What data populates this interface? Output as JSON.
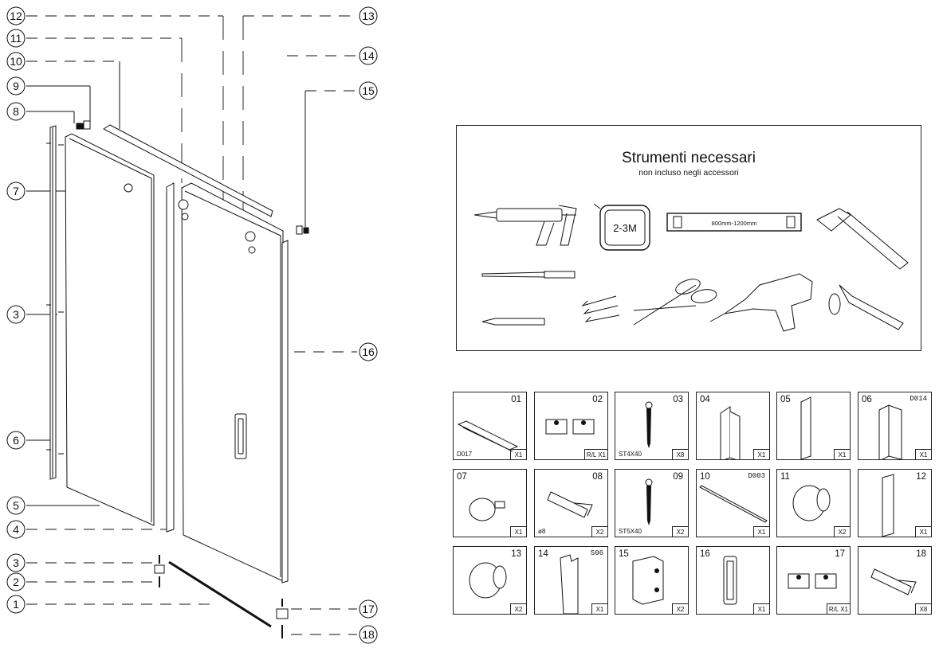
{
  "callouts": [
    "12",
    "11",
    "10",
    "9",
    "8",
    "7",
    "3",
    "6",
    "5",
    "4",
    "3",
    "2",
    "1",
    "13",
    "14",
    "15",
    "16",
    "17",
    "18"
  ],
  "tools": {
    "title": "Strumenti necessari",
    "subtitle": "non incluso negli accessori",
    "tape_label": "2-3M",
    "level_label": "800mm-1200mm",
    "items": [
      "caulking-gun",
      "tape-measure",
      "spirit-level",
      "hammer",
      "drill-bit",
      "allen-keys",
      "scissors",
      "power-drill",
      "screwdrivers",
      "pencil"
    ]
  },
  "parts": [
    {
      "num": "01",
      "code": "",
      "spec": "D017",
      "qty": "X1",
      "icon": "profile-rail-icon"
    },
    {
      "num": "02",
      "code": "",
      "spec": "",
      "qty": "R/L X1",
      "icon": "bottom-guide-icon"
    },
    {
      "num": "03",
      "code": "",
      "spec": "ST4X40",
      "qty": "X8",
      "icon": "screw-icon"
    },
    {
      "num": "04",
      "code": "",
      "spec": "",
      "qty": "X1",
      "icon": "wall-profile-icon"
    },
    {
      "num": "05",
      "code": "",
      "spec": "",
      "qty": "X1",
      "icon": "glass-panel-icon"
    },
    {
      "num": "06",
      "code": "D014",
      "spec": "",
      "qty": "X1",
      "icon": "u-channel-icon"
    },
    {
      "num": "07",
      "code": "",
      "spec": "",
      "qty": "X1",
      "icon": "knob-icon"
    },
    {
      "num": "08",
      "code": "",
      "spec": "ø8",
      "qty": "X2",
      "icon": "wall-plug-icon"
    },
    {
      "num": "09",
      "code": "",
      "spec": "ST5X40",
      "qty": "X2",
      "icon": "screw-icon"
    },
    {
      "num": "10",
      "code": "D003",
      "spec": "",
      "qty": "X1",
      "icon": "top-rail-icon"
    },
    {
      "num": "11",
      "code": "",
      "spec": "",
      "qty": "X2",
      "icon": "roller-icon"
    },
    {
      "num": "12",
      "code": "",
      "spec": "",
      "qty": "X1",
      "icon": "glass-door-icon"
    },
    {
      "num": "13",
      "code": "",
      "spec": "",
      "qty": "X2",
      "icon": "roller-icon"
    },
    {
      "num": "14",
      "code": "S06",
      "spec": "",
      "qty": "X1",
      "icon": "seal-profile-icon"
    },
    {
      "num": "15",
      "code": "",
      "spec": "",
      "qty": "X2",
      "icon": "bracket-block-icon"
    },
    {
      "num": "16",
      "code": "",
      "spec": "",
      "qty": "X1",
      "icon": "handle-icon"
    },
    {
      "num": "17",
      "code": "",
      "spec": "",
      "qty": "R/L X1",
      "icon": "bottom-guide-icon"
    },
    {
      "num": "18",
      "code": "",
      "spec": "",
      "qty": "X8",
      "icon": "wall-plug-icon"
    }
  ]
}
